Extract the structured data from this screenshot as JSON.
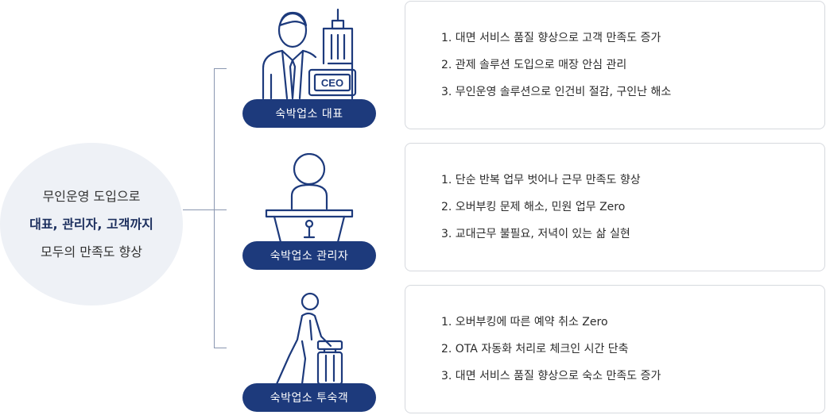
{
  "summary": {
    "line1": "무인운영 도입으로",
    "line2": "대표, 관리자, 고객까지",
    "line3": "모두의 만족도 향상"
  },
  "roles": [
    {
      "label": "숙박업소 대표",
      "icon": "ceo-building-icon",
      "sign_text": "CEO",
      "items": [
        "1. 대면 서비스 품질 향상으로 고객 만족도 증가",
        "2. 관제 솔루션 도입으로 매장 안심 관리",
        "3. 무인운영 솔루션으로 인건비 절감, 구인난 해소"
      ]
    },
    {
      "label": "숙박업소 관리자",
      "icon": "front-desk-manager-icon",
      "items": [
        "1. 단순 반복 업무 벗어나 근무 만족도 향상",
        "2. 오버부킹 문제 해소, 민원 업무 Zero",
        "3. 교대근무 불필요, 저녁이 있는 삶 실현"
      ]
    },
    {
      "label": "숙박업소 투숙객",
      "icon": "traveler-luggage-icon",
      "items": [
        "1. 오버부킹에 따른 예약 취소 Zero",
        "2. OTA 자동화 처리로 체크인 시간 단축",
        "3. 대면 서비스 품질 향상으로 숙소 만족도 증가"
      ]
    }
  ],
  "colors": {
    "pill": "#1d3a7c",
    "summary_bg": "#eef1f6",
    "connector": "#8a97b0",
    "icon_stroke": "#1d3a7c"
  }
}
